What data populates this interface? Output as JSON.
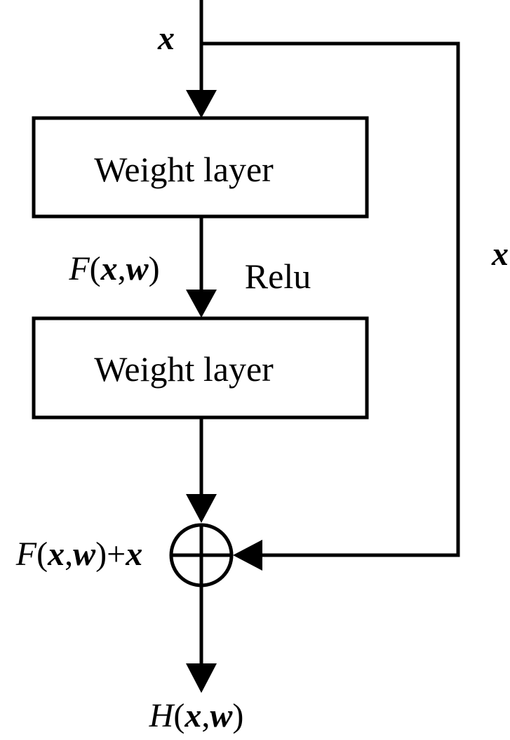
{
  "diagram": {
    "input_label": "x",
    "skip_label": "x",
    "blocks": [
      {
        "id": "weight-layer-1",
        "label": "Weight layer"
      },
      {
        "id": "weight-layer-2",
        "label": "Weight layer"
      }
    ],
    "activation_label": "Relu",
    "intermediate_label": {
      "func": "F",
      "open": "(",
      "arg1": "x",
      "sep": ",",
      "arg2": "w",
      "close": ")"
    },
    "sum_label": {
      "func": "F",
      "open": "(",
      "arg1": "x",
      "sep": ",",
      "arg2": "w",
      "close": ")",
      "plus": "+",
      "arg3": "x"
    },
    "output_label": {
      "func": "H",
      "open": "(",
      "arg1": "x",
      "sep": ",",
      "arg2": "w",
      "close": ")"
    },
    "colors": {
      "stroke": "#000000",
      "background": "#ffffff"
    }
  }
}
